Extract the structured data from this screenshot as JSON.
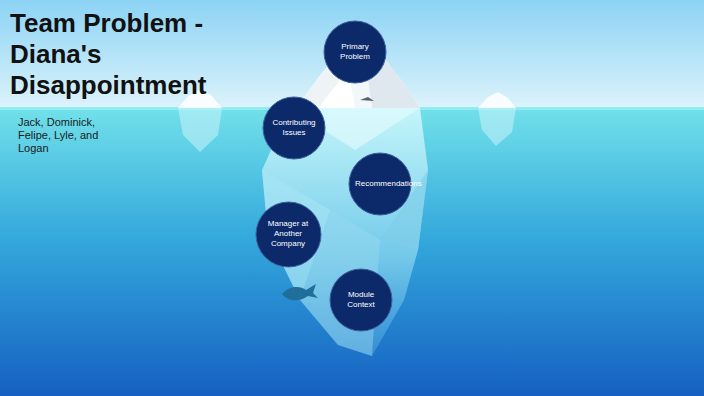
{
  "diagram": {
    "title": "Team Problem - Diana's Disappointment",
    "nodes": [
      {
        "text": [
          "Primary Problem"
        ]
      },
      {
        "text": [
          "Contributing Issues"
        ]
      },
      {
        "text": [
          "Recommendations"
        ]
      },
      {
        "text": [
          "Manager at Another Company"
        ]
      },
      {
        "text": [
          "Module Context"
        ]
      }
    ],
    "labels": [
      "Jack, Dominick, Felipe, Lyle, and Logan"
    ]
  }
}
